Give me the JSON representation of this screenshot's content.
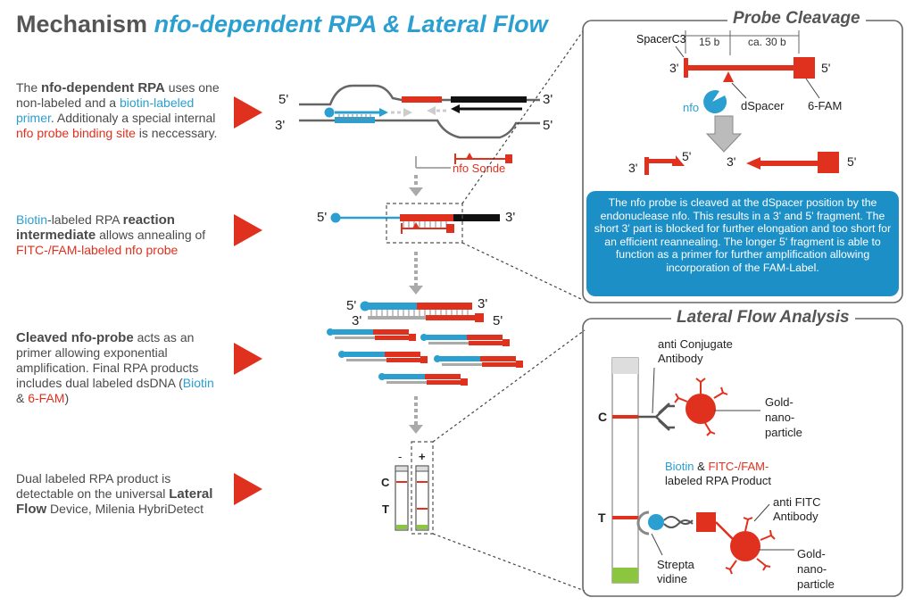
{
  "title": {
    "prefix": "Mechanism",
    "highlight": "nfo-dependent RPA & Lateral Flow"
  },
  "steps": [
    {
      "t1": "The ",
      "b1": "nfo-dependent RPA",
      "t2": " uses one non-labeled and a ",
      "blue1": "biotin-labeled primer",
      "t3": ". Additionaly a special internal ",
      "red1": "nfo probe binding site",
      "t4": " is neccessary."
    },
    {
      "blue1": "Biotin",
      "t1": "-labeled RPA ",
      "b1": "reaction intermediate",
      "t2": " allows annealing of ",
      "red1": "FITC-/FAM-labeled nfo probe"
    },
    {
      "b1": "Cleaved nfo-probe",
      "t1": " acts as an primer allowing exponential amplification. Final RPA products includes dual labeled dsDNA (",
      "blue1": "Biotin",
      "t2": " & ",
      "red1": "6-FAM",
      "t3": ")"
    },
    {
      "t1": "Dual labeled RPA product is detectable on the universal ",
      "b1": "Lateral Flow",
      "t2": " Device, Milenia HybriDetect"
    }
  ],
  "center": {
    "five_prime": "5'",
    "three_prime": "3'",
    "probe_label": "nfo Sonde",
    "strip_neg": "-",
    "strip_pos": "+",
    "line_c": "C",
    "line_t": "T"
  },
  "probe_cleavage": {
    "title": "Probe Cleavage",
    "spacer": "SpacerC3",
    "len_short": "15 b",
    "len_long": "ca. 30 b",
    "nfo": "nfo",
    "dspacer": "dSpacer",
    "fam": "6-FAM",
    "three_prime": "3'",
    "five_prime": "5'",
    "info": "The nfo probe is cleaved at the dSpacer position by the endonuclease nfo. This results in a 3' and 5' fragment. The short 3' part is blocked for further elongation and too short for an efficient reannealing. The longer 5' fragment is able to function as a primer for further amplification allowing incorporation of the FAM-Label."
  },
  "lateral_flow": {
    "title": "Lateral Flow Analysis",
    "anti_conj": "anti Conjugate\nAntibody",
    "gold1": "Gold-\nnano-\nparticle",
    "biotin": "Biotin",
    "amp": " & ",
    "fitc": "FITC-/FAM-",
    "labeled": "labeled RPA Product",
    "anti_fitc": "anti FITC\nAntibody",
    "gold2": "Gold-\nnano-\nparticle",
    "strepta": "Strepta\nvidine",
    "line_c": "C",
    "line_t": "T"
  },
  "colors": {
    "red": "#e0301e",
    "blue": "#2a9fd0",
    "black": "#111111",
    "grey": "#aaaaaa",
    "green": "#8cc63f"
  }
}
